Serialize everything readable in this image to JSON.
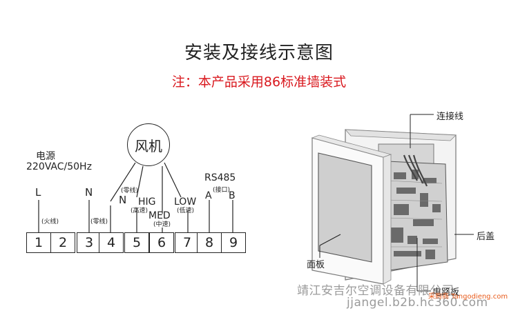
{
  "title": "安装及接线示意图",
  "subtitle": "注：本产品采用86标准墙装式",
  "power": {
    "label": "电源",
    "spec": "220VAC/50Hz"
  },
  "fan": {
    "label": "风机"
  },
  "rs485": {
    "label": "RS485",
    "sub": "(接口)"
  },
  "terminals": [
    "1",
    "2",
    "3",
    "4",
    "5",
    "6",
    "7",
    "8",
    "9"
  ],
  "wire_labels": {
    "L": "L",
    "L_sub": "(火线)",
    "N1": "N",
    "N1_sub": "(零线)",
    "N2": "N",
    "N2_sub": "(零线)",
    "HIG": "HIG",
    "HIG_sub": "(高速)",
    "MED": "MED",
    "MED_sub": "(中速)",
    "LOW": "LOW",
    "LOW_sub": "(低速)",
    "A": "A",
    "B": "B"
  },
  "device_labels": {
    "cable": "连接线",
    "back_cover": "后盖",
    "panel": "面板",
    "board": "电路板"
  },
  "watermark": {
    "line1": "靖江安吉尔空调设备有限公司",
    "line2": "jjangel.b2b.hc360.com",
    "red": "采购商 Tangodieng.com"
  }
}
